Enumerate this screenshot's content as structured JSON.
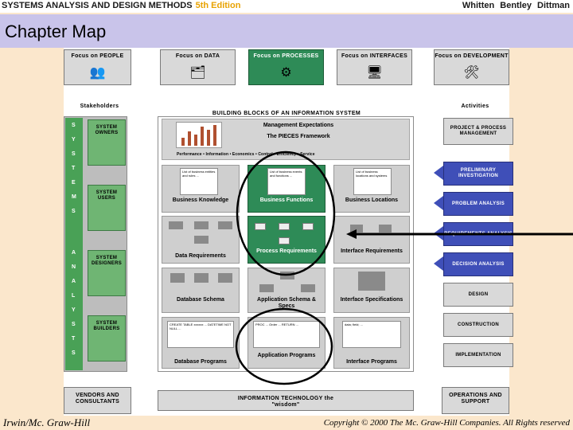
{
  "header": {
    "book_title": "SYSTEMS ANALYSIS AND DESIGN METHODS",
    "edition": "5th Edition",
    "authors": "Whitten Bentley Dittman"
  },
  "chapter_title": "Chapter Map",
  "focus_tabs": [
    {
      "label": "Focus on PEOPLE",
      "icon": "people-icon"
    },
    {
      "label": "Focus on DATA",
      "icon": "data-chart-icon"
    },
    {
      "label": "Focus on PROCESSES",
      "icon": "process-icon"
    },
    {
      "label": "Focus on INTERFACES",
      "icon": "computer-icon"
    },
    {
      "label": "Focus on DEVELOPMENT",
      "icon": "tools-icon"
    }
  ],
  "captions": {
    "stakeholders": "Stakeholders",
    "building_blocks": "BUILDING BLOCKS OF AN INFORMATION SYSTEM",
    "activities": "Activities"
  },
  "systems_analysts_letters": [
    "S",
    "Y",
    "S",
    "T",
    "E",
    "M",
    "S",
    "A",
    "N",
    "A",
    "L",
    "Y",
    "S",
    "T",
    "S"
  ],
  "stakeholder_boxes": [
    "SYSTEM OWNERS",
    "SYSTEM USERS",
    "SYSTEM DESIGNERS",
    "SYSTEM BUILDERS"
  ],
  "management": {
    "title": "Management Expectations",
    "framework": "The PIECES Framework",
    "items": "Performance • Information • Economics • Control • Efficiency • Service"
  },
  "knowledge_row": [
    {
      "label": "Business Knowledge",
      "doc": "List of business entities and rules ...",
      "highlight": false
    },
    {
      "label": "Business Functions",
      "doc": "List of business events and functions ...",
      "highlight": true
    },
    {
      "label": "Business Locations",
      "doc": "List of business locations and systems",
      "highlight": false
    }
  ],
  "requirements_row": [
    {
      "label": "Data Requirements",
      "highlight": false
    },
    {
      "label": "Process Requirements",
      "highlight": true
    },
    {
      "label": "Interface Requirements",
      "highlight": false
    }
  ],
  "spec_row": [
    {
      "label": "Database Schema"
    },
    {
      "label": "Application Schema & Specs"
    },
    {
      "label": "Interface Specifications"
    }
  ],
  "program_row": [
    {
      "label": "Database Programs",
      "doc": "CREATE TABLE xxxxxx ... DATETIME NOT NULL ..."
    },
    {
      "label": "Application Programs",
      "doc": "PROC ... Order ... RETURN ..."
    },
    {
      "label": "Interface Programs",
      "doc": "data; field; ..."
    }
  ],
  "bottom_bar": {
    "vendors": "VENDORS AND CONSULTANTS",
    "info_tech": "INFORMATION TECHNOLOGY the \"wisdom\"",
    "operations": "OPERATIONS AND SUPPORT"
  },
  "activities": [
    {
      "label": "PROJECT & PROCESS MANAGEMENT",
      "active": false
    },
    {
      "label": "PRELIMINARY INVESTIGATION",
      "active": true
    },
    {
      "label": "PROBLEM ANALYSIS",
      "active": true
    },
    {
      "label": "REQUIREMENTS ANALYSIS",
      "active": true
    },
    {
      "label": "DECISION ANALYSIS",
      "active": true
    },
    {
      "label": "DESIGN",
      "active": false
    },
    {
      "label": "CONSTRUCTION",
      "active": false
    },
    {
      "label": "IMPLEMENTATION",
      "active": false
    },
    {
      "label": "OPERATIONS AND SUPPORT",
      "active": false
    }
  ],
  "footer": {
    "publisher": "Irwin/Mc. Graw-Hill",
    "copyright": "Copyright © 2000 The Mc. Graw-Hill Companies. All Rights reserved"
  },
  "colors": {
    "accent_green": "#2e8b57",
    "activity_blue": "#3f4fb8",
    "title_band": "#c9c4ea",
    "background": "#fbe7cc"
  }
}
